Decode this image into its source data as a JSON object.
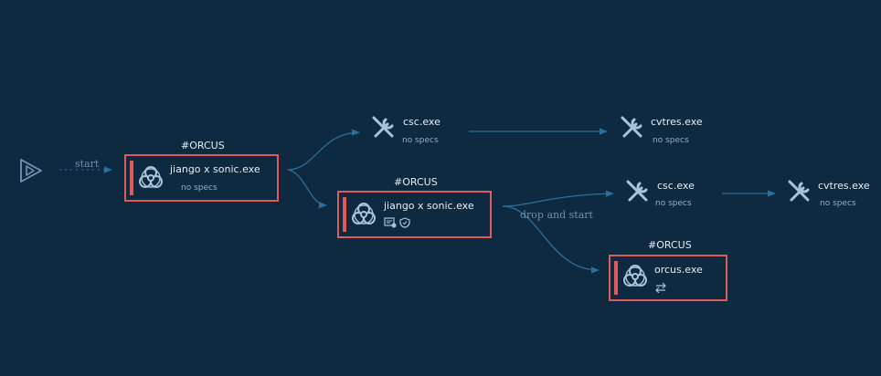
{
  "graph": {
    "start_label": "start",
    "drop_label": "drop and start",
    "nodes": {
      "n1": {
        "tag": "#ORCUS",
        "name": "jiango x sonic.exe",
        "spec": "no specs"
      },
      "n2": {
        "name": "csc.exe",
        "spec": "no specs"
      },
      "n3": {
        "name": "cvtres.exe",
        "spec": "no specs"
      },
      "n4": {
        "tag": "#ORCUS",
        "name": "jiango x sonic.exe"
      },
      "n5": {
        "name": "csc.exe",
        "spec": "no specs"
      },
      "n6": {
        "name": "cvtres.exe",
        "spec": "no specs"
      },
      "n7": {
        "tag": "#ORCUS",
        "name": "orcus.exe"
      }
    }
  },
  "colors": {
    "background": "#0d2a40",
    "malicious": "#e05a5a",
    "edge": "#2e6f9a",
    "text": "#e8eef4",
    "icon": "#a9c4d8"
  }
}
